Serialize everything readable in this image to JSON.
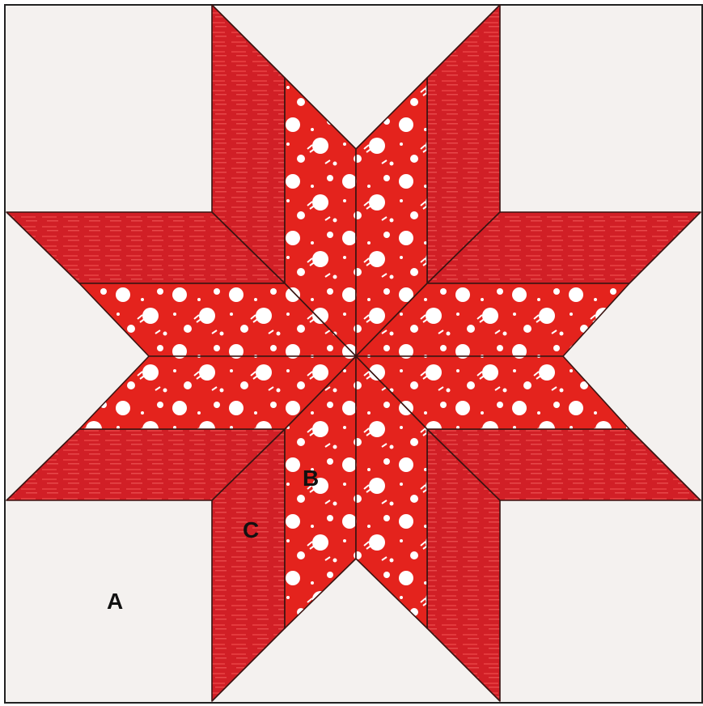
{
  "labels": {
    "a": "A",
    "b": "B",
    "c": "C"
  },
  "colors": {
    "background": "#f4f1ef",
    "outer_red": "#d11f26",
    "outer_stripe": "#e33a3d",
    "inner_red": "#e4231d",
    "dot": "#ffffff",
    "seam": "#3a1412"
  }
}
